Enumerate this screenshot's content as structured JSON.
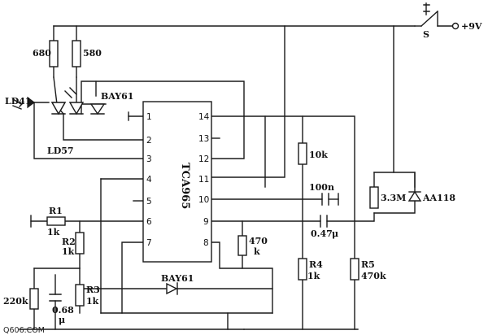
{
  "ic": {
    "name": "TCA965",
    "left_pins": [
      "1",
      "2",
      "3",
      "4",
      "5",
      "6",
      "7"
    ],
    "right_pins": [
      "14",
      "13",
      "12",
      "11",
      "10",
      "9",
      "8"
    ]
  },
  "resistors": {
    "r_top1": "680",
    "r_top2": "580",
    "r1_name": "R1",
    "r1_value": "1k",
    "r2_name": "R2",
    "r2_value": "1k",
    "r3_name": "R3",
    "r3_value": "1k",
    "r4_name": "R4",
    "r4_value": "1k",
    "r5_name": "R5",
    "r5_value": "470k",
    "r_10k": "10k",
    "r_470k_a": "470",
    "r_470k_b": "k",
    "r_220k": "220k",
    "r_3m3": "3.3M"
  },
  "capacitors": {
    "c_100n": "100n",
    "c_047_a": "0.47",
    "c_047_b": "μ",
    "c_068_a": "0.68",
    "c_068_b": "μ"
  },
  "diodes": {
    "led_ld41": "LD41",
    "led_ld57": "LD57",
    "diode_bay61_top": "BAY61",
    "diode_bay61_bottom": "BAY61",
    "zener": "AA118"
  },
  "supply": {
    "switch": "S",
    "voltage": "+9V"
  },
  "watermark": "Q606.COM"
}
